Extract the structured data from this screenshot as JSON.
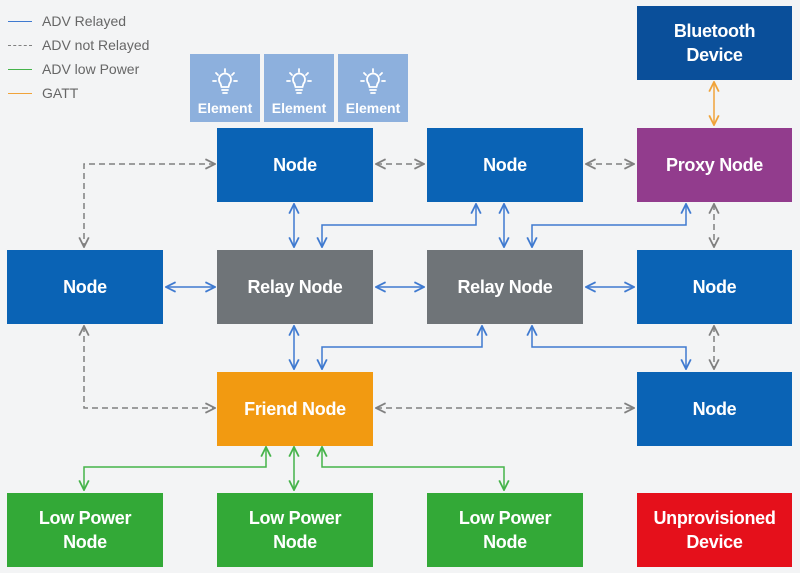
{
  "colors": {
    "blue": "#0a63b5",
    "dark_blue": "#0a4f9a",
    "gray": "#6f7478",
    "purple": "#923c8d",
    "orange": "#f29a11",
    "green": "#33a937",
    "red": "#e5101b",
    "element": "#8db0dd",
    "relayed_line": "#3f7ad0",
    "not_relayed_line": "#808080",
    "low_power_line": "#45b34a",
    "gatt_line": "#f0a33a"
  },
  "legend": [
    {
      "label": "ADV Relayed",
      "style": "solid",
      "color": "#3f7ad0"
    },
    {
      "label": "ADV not Relayed",
      "style": "dashed",
      "color": "#808080"
    },
    {
      "label": "ADV low Power",
      "style": "solid",
      "color": "#45b34a"
    },
    {
      "label": "GATT",
      "style": "solid",
      "color": "#f0a33a"
    }
  ],
  "elements": [
    {
      "label": "Element",
      "icon": "lightbulb-icon"
    },
    {
      "label": "Element",
      "icon": "lightbulb-icon"
    },
    {
      "label": "Element",
      "icon": "lightbulb-icon"
    }
  ],
  "nodes": {
    "bluetooth_device": "Bluetooth\nDevice",
    "node_top_1": "Node",
    "node_top_2": "Node",
    "proxy_node": "Proxy Node",
    "node_left": "Node",
    "relay_node_1": "Relay Node",
    "relay_node_2": "Relay Node",
    "node_right": "Node",
    "friend_node": "Friend Node",
    "node_right_lower": "Node",
    "low_power_1": "Low Power\nNode",
    "low_power_2": "Low Power\nNode",
    "low_power_3": "Low Power\nNode",
    "unprovisioned": "Unprovisioned\nDevice"
  }
}
